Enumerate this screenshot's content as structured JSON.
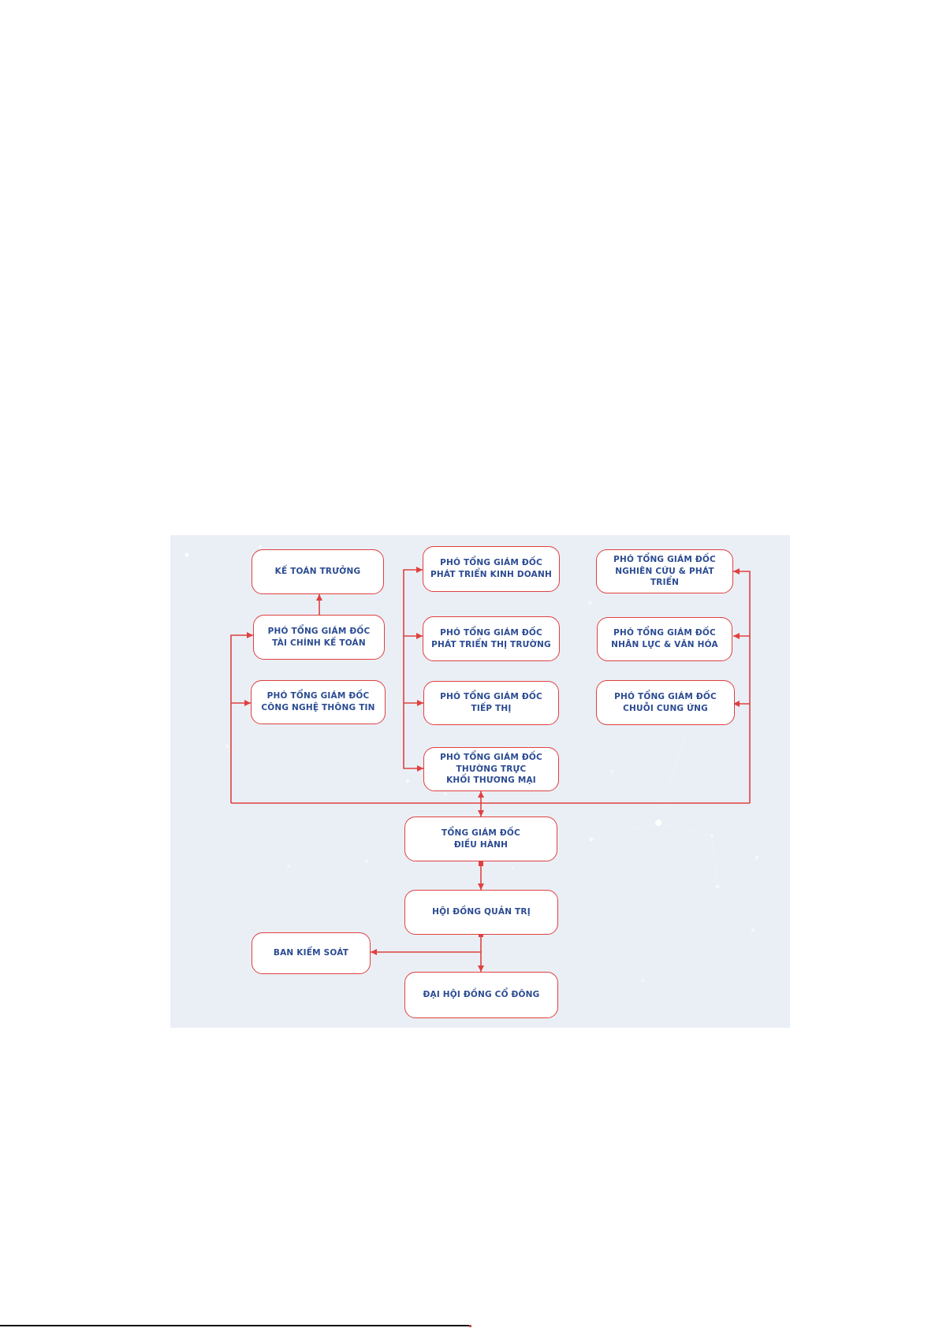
{
  "diagram": {
    "name": "organizational-chart",
    "panel_background": "#eaeff6",
    "box_border_color": "#e0403f",
    "connector_color": "#e0403f",
    "label_color": "#2b4b92",
    "nodes": [
      {
        "id": "ke-toan-truong",
        "label": "KẾ TOÁN TRƯỞNG"
      },
      {
        "id": "pho-tgd-tai-chinh-ke-toan",
        "label": "PHÓ TỔNG GIÁM ĐỐC\nTÀI CHÍNH KẾ TOÁN"
      },
      {
        "id": "pho-tgd-cong-nghe-thong-tin",
        "label": "PHÓ TỔNG GIÁM ĐỐC\nCÔNG NGHỆ THÔNG TIN"
      },
      {
        "id": "pho-tgd-phat-trien-kinh-doanh",
        "label": "PHÓ TỔNG GIÁM ĐỐC\nPHÁT TRIỂN KINH DOANH"
      },
      {
        "id": "pho-tgd-phat-trien-thi-truong",
        "label": "PHÓ TỔNG GIÁM ĐỐC\nPHÁT TRIỂN THỊ TRƯỜNG"
      },
      {
        "id": "pho-tgd-tiep-thi",
        "label": "PHÓ TỔNG GIÁM ĐỐC\nTIẾP THỊ"
      },
      {
        "id": "pho-tgd-thuong-truc",
        "label": "PHÓ TỔNG GIÁM ĐỐC\nTHƯỜNG TRỰC\nKHỐI THƯƠNG MẠI"
      },
      {
        "id": "pho-tgd-nghien-cuu-phat-trien",
        "label": "PHÓ TỔNG GIÁM ĐỐC\nNGHIÊN CỨU & PHÁT TRIỂN"
      },
      {
        "id": "pho-tgd-nhan-luc-van-hoa",
        "label": "PHÓ TỔNG GIÁM ĐỐC\nNHÂN LỰC & VĂN HÓA"
      },
      {
        "id": "pho-tgd-chuoi-cung-ung",
        "label": "PHÓ TỔNG GIÁM ĐỐC\nCHUỖI CUNG ỨNG"
      },
      {
        "id": "tong-giam-doc-dieu-hanh",
        "label": "TỔNG GIÁM ĐỐC\nĐIỀU HÀNH"
      },
      {
        "id": "hoi-dong-quan-tri",
        "label": "HỘI ĐỒNG QUẢN TRỊ"
      },
      {
        "id": "ban-kiem-soat",
        "label": "BAN KIỂM SOÁT"
      },
      {
        "id": "dai-hoi-dong-co-dong",
        "label": "ĐẠI HỘI ĐỒNG CỔ ĐÔNG"
      }
    ]
  }
}
